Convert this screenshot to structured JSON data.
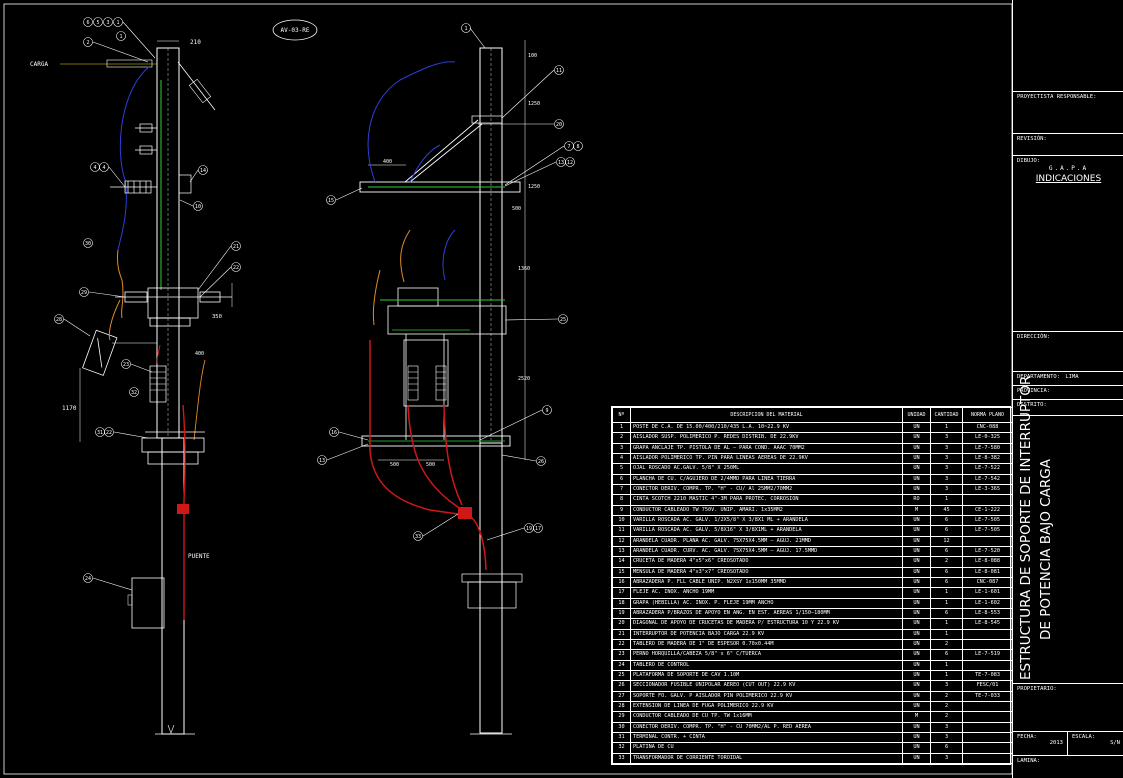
{
  "drawing": {
    "code_tag": "AV-03-RE",
    "labels": {
      "carga": "CARGA",
      "puente": "PUENTE"
    },
    "dimensions_left": [
      "210",
      "1170",
      "350",
      "400"
    ],
    "dimensions_right": [
      "100",
      "1250",
      "400",
      "1250",
      "500",
      "1360",
      "2520",
      "500",
      "500"
    ],
    "callouts_left": [
      "6",
      "5",
      "3",
      "1",
      "2",
      "4",
      "14",
      "10",
      "30",
      "21",
      "22",
      "29",
      "28",
      "23",
      "31",
      "22",
      "24",
      "32",
      "4"
    ],
    "callouts_right": [
      "1",
      "11",
      "20",
      "7",
      "8",
      "13",
      "12",
      "15",
      "25",
      "9",
      "16",
      "13",
      "26",
      "33",
      "19",
      "17"
    ]
  },
  "bom": {
    "headers": [
      "Nº",
      "DESCRIPCION DEL MATERIAL",
      "UNIDAD",
      "CANTIDAD",
      "NORMA PLANO"
    ],
    "rows": [
      [
        "1",
        "POSTE DE C.A. DE 15.00/400/210/435 L.A. 10~22.9 KV",
        "UN",
        "1",
        "CNC-088"
      ],
      [
        "2",
        "AISLADOR SUSP. POLIMERICO P. REDES DISTRIB. DE 22.9KV",
        "UN",
        "3",
        "LE-0-325"
      ],
      [
        "3",
        "GRAPA ANCLAJE TP. PISTOLA DE AL — PARA COND. AAAC 70MM2",
        "UN",
        "3",
        "LE-7-580"
      ],
      [
        "4",
        "AISLADOR POLIMERICO TP. PIN PARA LINEAS AEREAS DE 22.9KV",
        "UN",
        "3",
        "LE-8-382"
      ],
      [
        "5",
        "OJAL ROSCADO AC.GALV. 5/8\" X 250ML",
        "UN",
        "3",
        "LE-7-522"
      ],
      [
        "6",
        "PLANCHA DE CU. C/AGUJERO DE 2/4MMD PARA LINEA TIERRA",
        "UN",
        "3",
        "LE-7-542"
      ],
      [
        "7",
        "CONECTOR DERIV. COMPR. TP. \"H\" - CU/ Al 25MM2/70MM2",
        "UN",
        "3",
        "LE-3-365"
      ],
      [
        "8",
        "CINTA SCOTCH 2210 MASTIC 4\"-3M PARA PROTEC. CORROSION",
        "RO",
        "1",
        ""
      ],
      [
        "9",
        "CONDUCTOR CABLEADO TW 750V. UNIP. AMARI. 1x35MM2",
        "M",
        "45",
        "CE-1-222"
      ],
      [
        "10",
        "VARILLA ROSCADA AC. GALV. 1/2X5/8\" X 3/8X1 ML + ARANDELA",
        "UN",
        "6",
        "LE-7-505"
      ],
      [
        "11",
        "VARILLA ROSCADA AC. GALV. 5/8X16\" X 3/8X1ML + ARANDELA",
        "UN",
        "6",
        "LE-7-505"
      ],
      [
        "12",
        "ARANDELA CUADR. PLANA AC. GALV. 75X75X4.5MM — AGUJ. 21MMD",
        "UN",
        "12",
        ""
      ],
      [
        "13",
        "ARANDELA CUADR. CURV. AC. GALV. 75X75X4.5MM — AGUJ. 17.5MMD",
        "UN",
        "6",
        "LE-7-520"
      ],
      [
        "14",
        "CRUCETA DE MADERA 4\"x5\"x6\" CREOSOTADO",
        "UN",
        "2",
        "LE-8-088"
      ],
      [
        "15",
        "MENSULA DE MADERA 4\"x3\"x7\" CREOSOTADO",
        "UN",
        "6",
        "LE-8-081"
      ],
      [
        "16",
        "ABRAZADERA P. FLL CABLE UNIP. N2XSY 1x150MM 35MMD",
        "UN",
        "6",
        "CNC-087"
      ],
      [
        "17",
        "FLEJE AC. INOX. ANCHO 19MM",
        "UN",
        "1",
        "LE-1-601"
      ],
      [
        "18",
        "GRAPA (HEBILLA) AC. INOX. P. FLEJE 19MM ANCHO",
        "UN",
        "1",
        "LE-1-602"
      ],
      [
        "19",
        "ABRAZADERA P/BRAZOS DE APOYO EN ANG. EN EST. AEREAS 1/150—180MM",
        "UN",
        "6",
        "LE-8-553"
      ],
      [
        "20",
        "DIAGONAL DE APOYO DE CRUCETAS DE MADERA P/ ESTRUCTURA 10 Y 22.9 KV",
        "UN",
        "1",
        "LE-8-545"
      ],
      [
        "21",
        "INTERRUPTOR DE POTENCIA BAJO CARGA 22.9 KV",
        "UN",
        "1",
        ""
      ],
      [
        "22",
        "TABLERO DE MADERA DE 1\" DE ESPESOR 0.70x0.44M",
        "UN",
        "2",
        ""
      ],
      [
        "23",
        "PERNO HORQUILLA/CABEZA 5/8\" x 6\" C/TUERCA",
        "UN",
        "6",
        "LE-7-519"
      ],
      [
        "24",
        "TABLERO DE CONTROL",
        "UN",
        "1",
        ""
      ],
      [
        "25",
        "PLATAFORMA DE SOPORTE DE CAV 1.10M",
        "UN",
        "1",
        "TE-7-083"
      ],
      [
        "26",
        "SECCIONADOR FUSIBLE UNIPOLAR AEREO (CUT OUT) 22.9 KV",
        "UN",
        "3",
        "FESC/01"
      ],
      [
        "27",
        "SOPORTE FO. GALV. P AISLADOR PIN POLIMERICO 22.9 KV",
        "UN",
        "2",
        "TE-7-033"
      ],
      [
        "28",
        "EXTENSION DE LINEA DE FUGA POLIMERICO 22.9 KV",
        "UN",
        "2",
        ""
      ],
      [
        "29",
        "CONDUCTOR CABLEADO DE CU TP. TW 1x16MM",
        "M",
        "2",
        ""
      ],
      [
        "30",
        "CONECTOR DERIV. COMPR. TP. \"H\" - CU 70MM2/AL P. RED AEREA",
        "UN",
        "3",
        ""
      ],
      [
        "31",
        "TERMINAL CONTR. + CINTA",
        "UN",
        "3",
        ""
      ],
      [
        "32",
        "PLATINA DE CU",
        "UN",
        "6",
        ""
      ],
      [
        "33",
        "TRANSFORMADOR DE CORRIENTE TOROIDAL",
        "UN",
        "3",
        ""
      ]
    ]
  },
  "title_block": {
    "proyectista_label": "PROYECTISTA RESPONSABLE:",
    "revision_label": "REVISIÓN:",
    "dibujo_label": "DIBUJO:",
    "dibujo_value": "G.A.P.A",
    "indicaciones": "INDICACIONES",
    "direccion_label": "DIRECCIÓN:",
    "departamento_label": "DEPARTAMENTO:",
    "departamento_value": "LIMA",
    "provincia_label": "PROVINCIA:",
    "distrito_label": "DISTRITO:",
    "main_title_line1": "ESTRUCTURA DE SOPORTE DE INTERRUPTOR",
    "main_title_line2": "DE POTENCIA BAJO CARGA",
    "propietario_label": "PROPIETARIO:",
    "fecha_label": "FECHA:",
    "fecha_value": "2013",
    "escala_label": "ESCALA:",
    "escala_value": "S/N",
    "lamina_label": "LAMINA:"
  },
  "colors": {
    "background": "#000000",
    "structure": "#ffffff",
    "conductor_blue": "#2f3fd8",
    "conductor_orange": "#e08a2a",
    "conductor_red": "#d01818",
    "ground_green": "#33cc33",
    "dimension_yellow": "#e6e600"
  }
}
